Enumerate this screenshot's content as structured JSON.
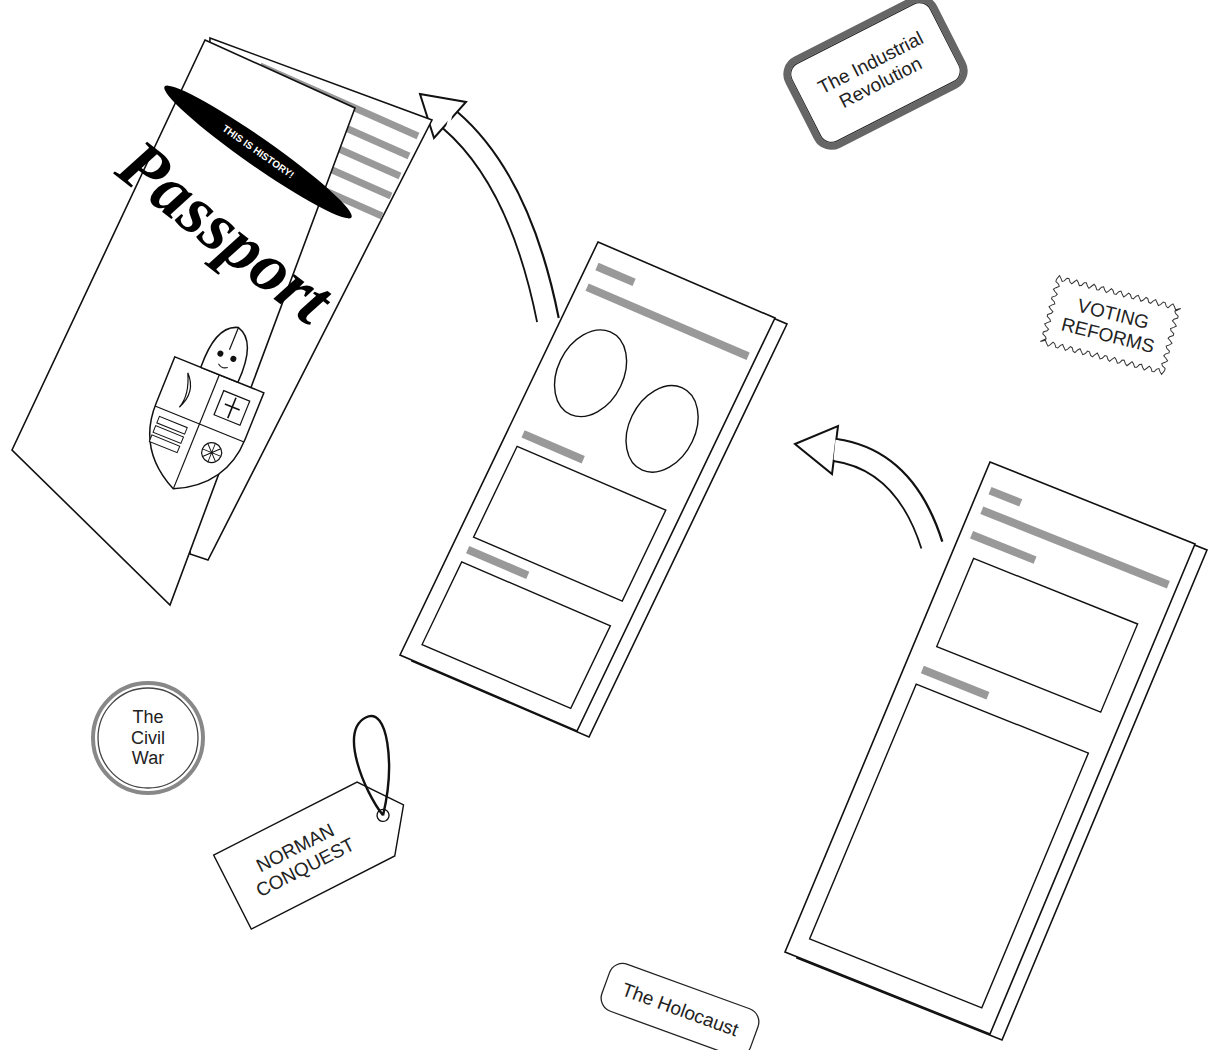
{
  "diagram": {
    "nodes": [
      {
        "text": [
          "Passport"
        ]
      },
      {
        "text": [
          "THIS IS HISTORY!"
        ],
        "in": 0
      },
      {
        "text": [
          "The Industrial Revolution"
        ]
      },
      {
        "text": [
          "VOTING REFORMS"
        ]
      },
      {
        "text": [
          "The Civil War"
        ]
      },
      {
        "text": [
          "NORMAN CONQUEST"
        ]
      },
      {
        "text": [
          "The Holocaust"
        ]
      }
    ]
  }
}
